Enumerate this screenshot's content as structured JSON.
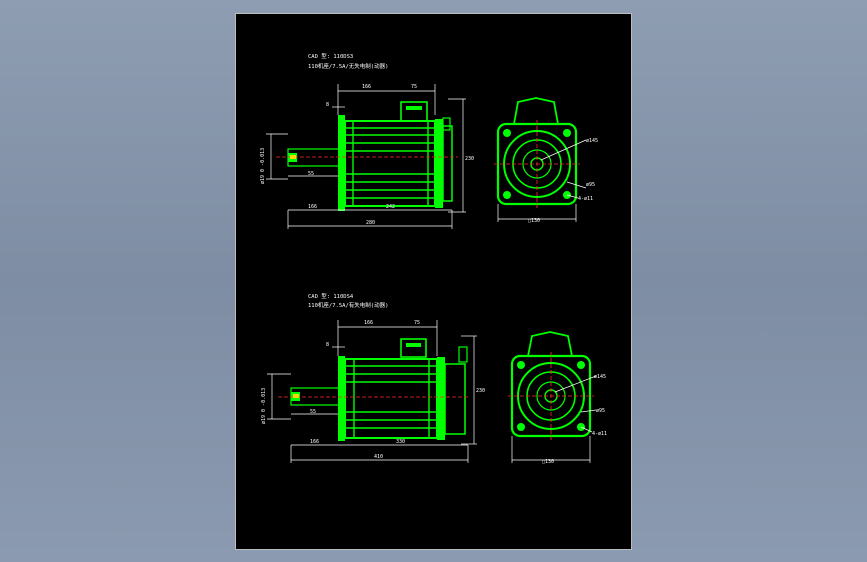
{
  "colors": {
    "outline": "#00ff00",
    "dimension": "#ffffff",
    "centerline": "#ff2a2a",
    "background": "#000000",
    "frame": "#7e8da3"
  },
  "views": [
    {
      "title_line1": "CAD 型: 110DS3",
      "title_line2": "110机座/7.5A/无失电制(动器)",
      "dims": {
        "shaft_height": "ø19 0 -0.013",
        "key_len": "55",
        "flange": "8",
        "motor_len": "166",
        "encoder": "75",
        "total_len": "280",
        "body_len": "242",
        "shaft_len": "166",
        "height": "230"
      },
      "end_dims": {
        "pcd": "ø145",
        "holes": "4-ø11",
        "spigot": "ø95",
        "square": "□130"
      }
    },
    {
      "title_line1": "CAD 型: 110DS4",
      "title_line2": "110机座/7.5A/有失电制(动器)",
      "dims": {
        "shaft_height": "ø19 0 -0.013",
        "key_len": "55",
        "flange": "8",
        "motor_len": "166",
        "encoder": "75",
        "total_len": "410",
        "body_len": "330",
        "shaft_len": "166",
        "height": "230"
      },
      "end_dims": {
        "pcd": "ø145",
        "holes": "4-ø11",
        "spigot": "ø95",
        "square": "□130"
      }
    }
  ]
}
